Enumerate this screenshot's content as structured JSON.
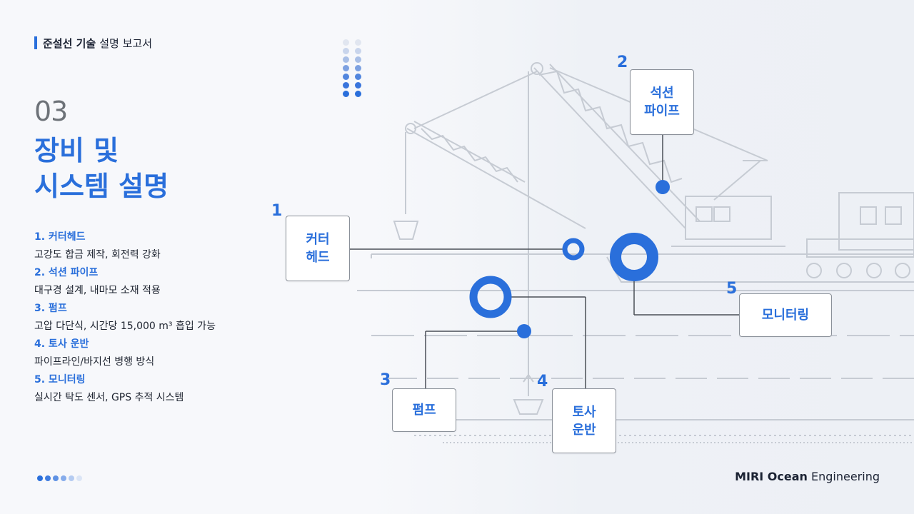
{
  "header": {
    "title_bold": "준설선 기술",
    "title_rest": "설명 보고서"
  },
  "section": {
    "number": "03",
    "title_line1": "장비 및",
    "title_line2": "시스템 설명"
  },
  "items": [
    {
      "title": "1. 커터헤드",
      "desc": "고강도 합금 제작, 회전력 강화"
    },
    {
      "title": "2. 석션 파이프",
      "desc": "대구경 설계, 내마모 소재 적용"
    },
    {
      "title": "3. 펌프",
      "desc": "고압 다단식, 시간당 15,000 m³ 흡입 가능"
    },
    {
      "title": "4. 토사 운반",
      "desc": "파이프라인/바지선 병행 방식"
    },
    {
      "title": "5. 모니터링",
      "desc": "실시간 탁도 센서, GPS 추적 시스템"
    }
  ],
  "callouts": [
    {
      "number": "1",
      "label": "커터\n헤드"
    },
    {
      "number": "2",
      "label": "석션\n파이프"
    },
    {
      "number": "3",
      "label": "펌프"
    },
    {
      "number": "4",
      "label": "토사\n운반"
    },
    {
      "number": "5",
      "label": "모니터링"
    }
  ],
  "brand": {
    "bold": "MIRI Ocean",
    "rest": "Engineering"
  },
  "colors": {
    "accent": "#2a6fdb",
    "sketch": "#c3c8d0"
  },
  "pager": {
    "total": 6,
    "current": 1
  }
}
